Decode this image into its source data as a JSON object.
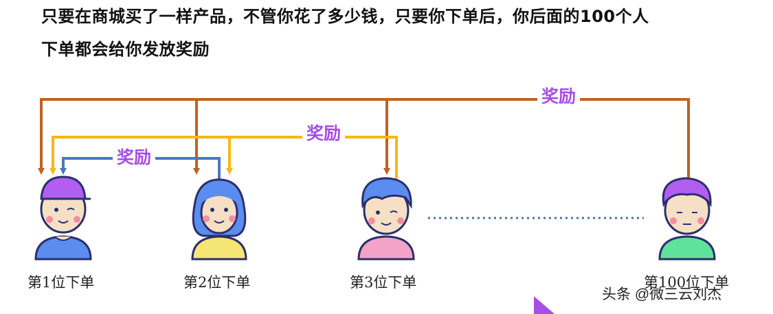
{
  "headline": {
    "line1": "只要在商城买了一样产品，不管你花了多少钱，只要你下单后，你后面的100个人",
    "line2": "下单都会给你发放奖励"
  },
  "rewards": {
    "reward_1_to_2": "奖励",
    "reward_1_to_3": "奖励",
    "reward_1_to_100": "奖励"
  },
  "people": [
    {
      "label": "第1位下单",
      "hair": "#b25ef0",
      "shirt": "#5b8cf0"
    },
    {
      "label": "第2位下单",
      "hair": "#5b8cf0",
      "shirt": "#f5e574"
    },
    {
      "label": "第3位下单",
      "hair": "#5b8cf0",
      "shirt": "#f4a3c8"
    },
    {
      "label": "第100位下单",
      "hair": "#b25ef0",
      "shirt": "#5fe29c"
    }
  ],
  "colors": {
    "blue_arrow": "#4a78c0",
    "yellow_arrow": "#f7b715",
    "orange_arrow": "#c0621f",
    "reward_text": "#a64ee8"
  },
  "watermark": "头条 @微三云刘杰"
}
